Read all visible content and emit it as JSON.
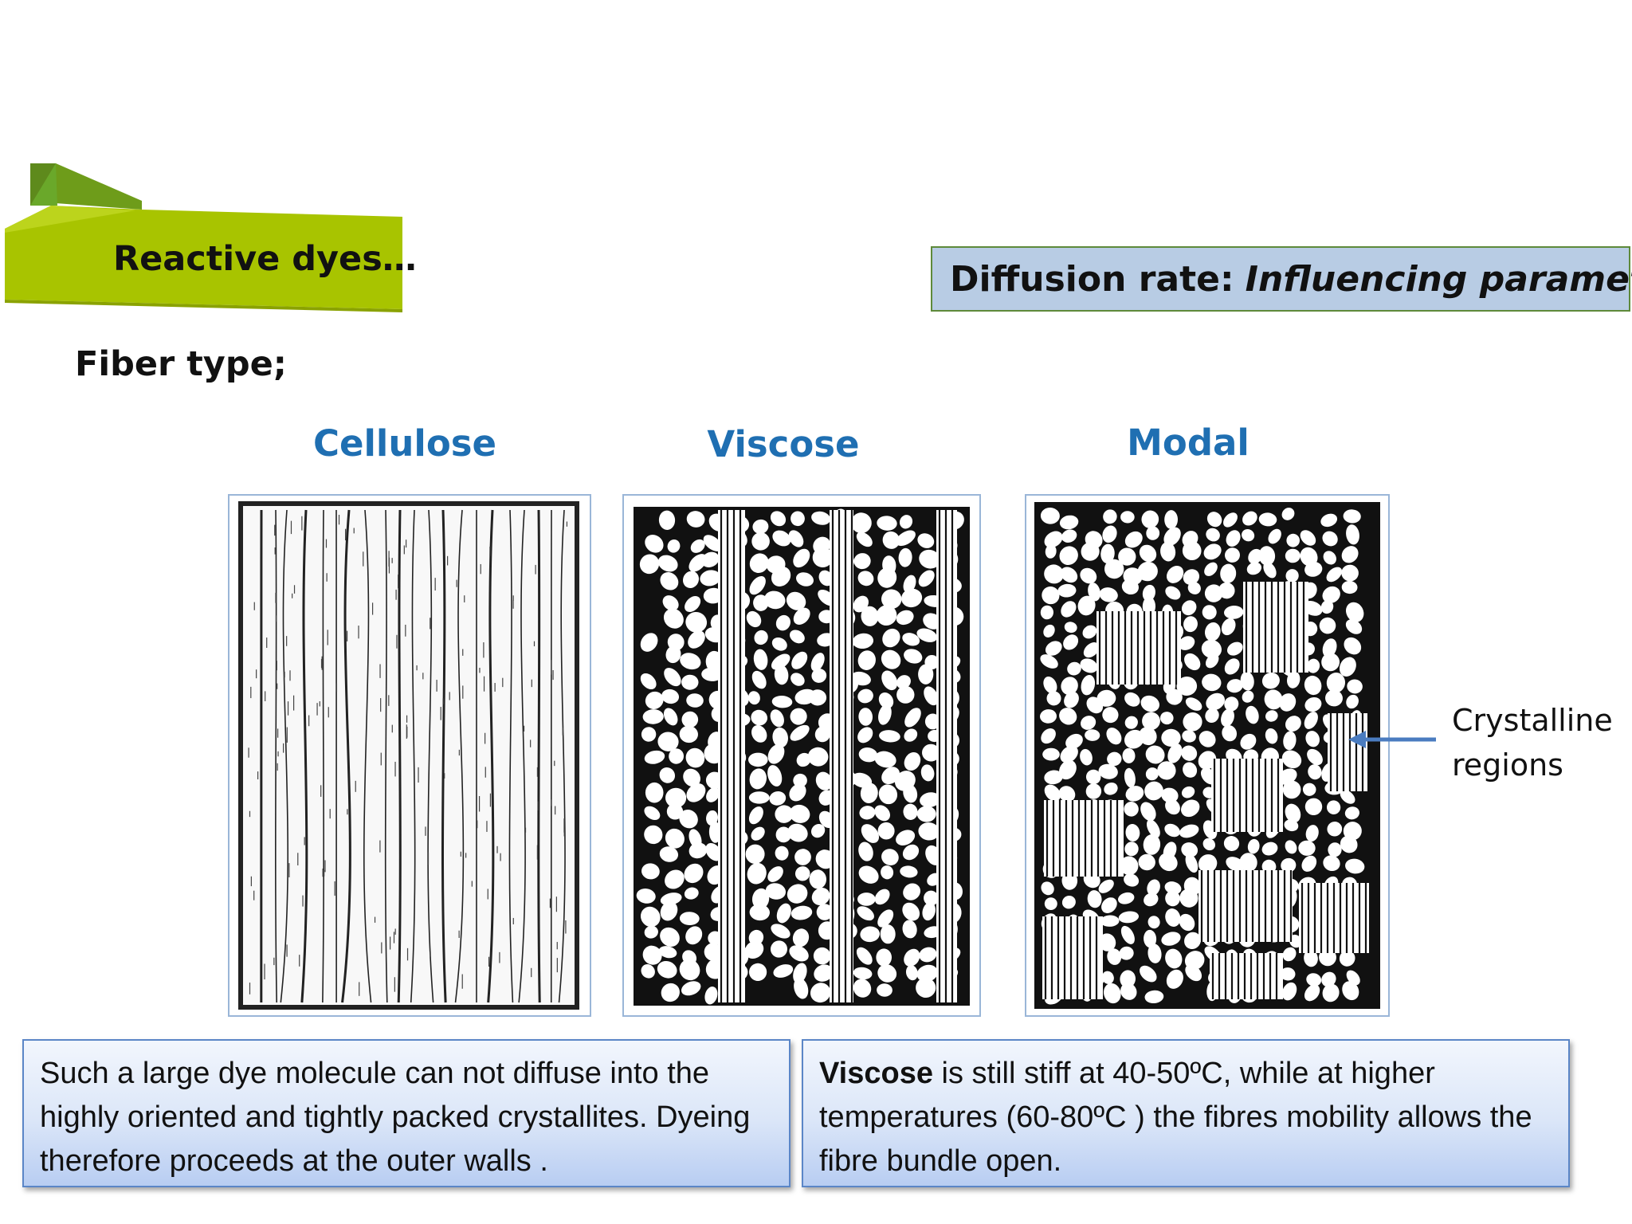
{
  "banner": {
    "title": "Reactive dyes…"
  },
  "tag": {
    "label": "Diffusion rate:",
    "emphasis": "Influencing parameters"
  },
  "section": {
    "label": "Fiber type;"
  },
  "fibers": [
    {
      "name": "Cellulose"
    },
    {
      "name": "Viscose"
    },
    {
      "name": "Modal"
    }
  ],
  "callout": {
    "line1": "Crystalline",
    "line2": "regions"
  },
  "notes": {
    "left": "Such a large dye molecule can not diffuse into the highly oriented and tightly packed crystallites. Dyeing therefore proceeds at the outer walls .",
    "right_lead": "Viscose",
    "right_rest": " is still stiff at 40-50ºC, while at higher temperatures (60-80ºC ) the fibres mobility allows the fibre bundle open."
  },
  "colors": {
    "banner_green": "#a8c400",
    "tag_fill": "#b8cce4",
    "fiber_title": "#1f6fb2",
    "arrow": "#4a7cc0"
  }
}
